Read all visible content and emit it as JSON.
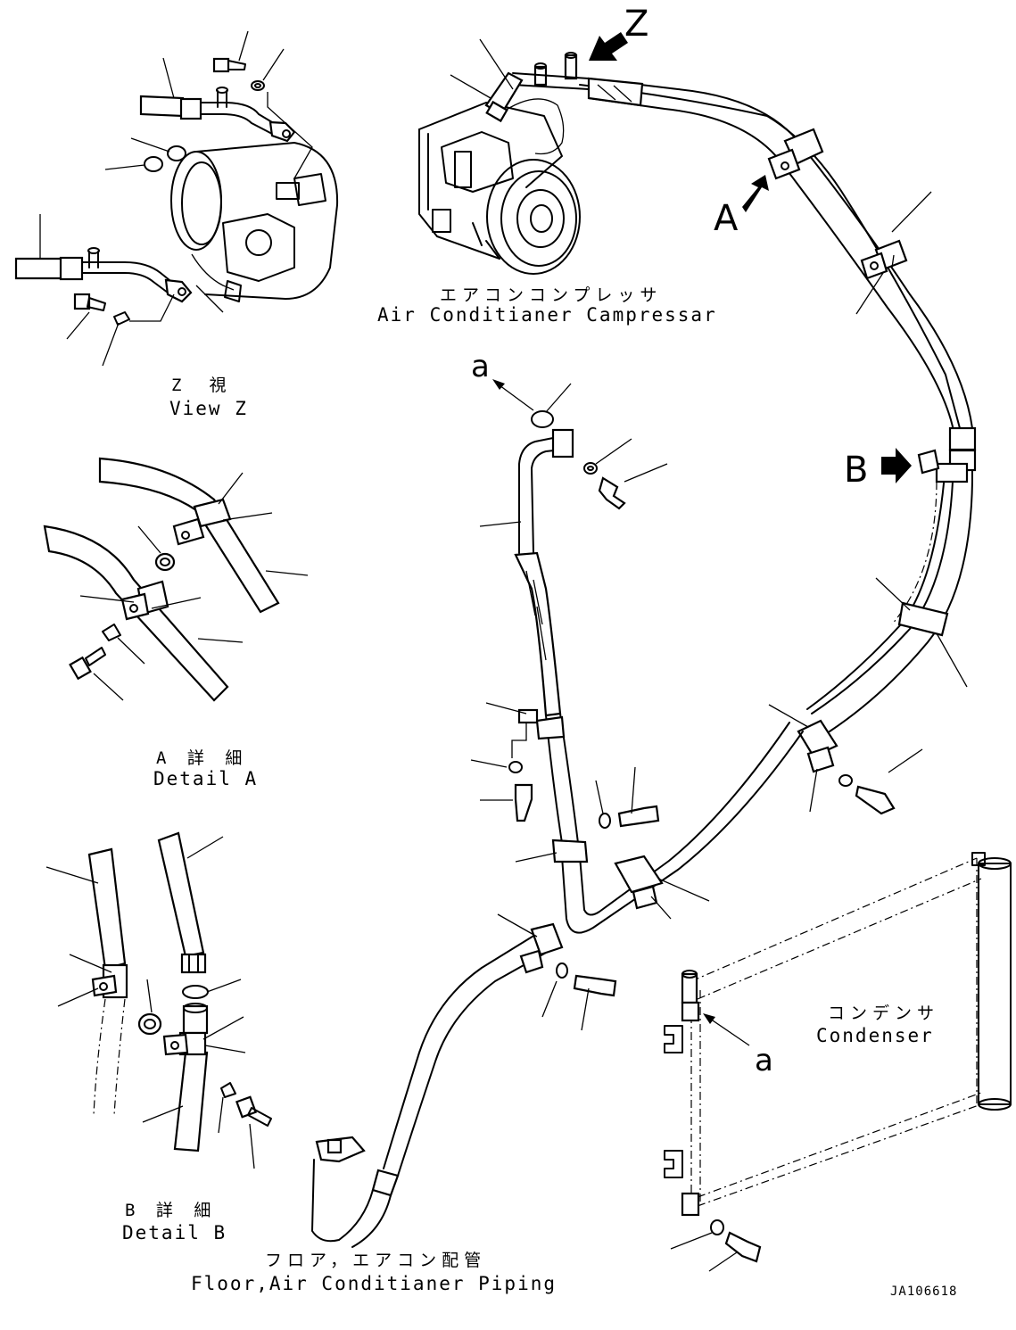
{
  "drawing": {
    "compressor_label_jp": "エアコンコンプレッサ",
    "compressor_label_en": "Air Conditianer Campressar",
    "view_z_jp": "Z　視",
    "view_z_en": "View Z",
    "detail_a_jp": "A 詳 細",
    "detail_a_en": "Detail A",
    "detail_b_jp": "B 詳 細",
    "detail_b_en": "Detail B",
    "condenser_jp": "コンデンサ",
    "condenser_en": "Condenser",
    "floor_piping_jp": "フロア，エアコン配管",
    "floor_piping_en": "Floor,Air Conditianer Piping",
    "drawing_code": "JA106618"
  },
  "markers": {
    "view_z": "Z",
    "detail_a": "A",
    "detail_b": "B",
    "ref_a_top": "a",
    "ref_a_condenser": "a"
  }
}
